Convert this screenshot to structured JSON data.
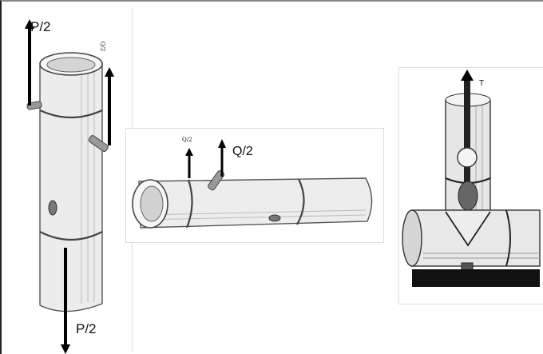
{
  "labels": {
    "p_half_top": "P/2",
    "p_half_bottom": "P/2",
    "q_half_small": "Q/2",
    "q_half_mid": "Q/2",
    "q_half_vertical": "Q/2",
    "tension": "T"
  }
}
